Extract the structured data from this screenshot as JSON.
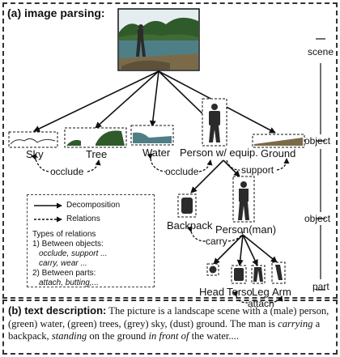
{
  "panel_a": {
    "title": "(a) image parsing:"
  },
  "levels": {
    "scene": "scene",
    "object_1": "object",
    "object_2": "object",
    "part": "part"
  },
  "objects": {
    "sky": "Sky",
    "tree": "Tree",
    "water": "Water",
    "person_equip": "Person w/ equip.",
    "ground": "Ground"
  },
  "relations": {
    "occlude_1": "occlude",
    "occlude_2": "occlude",
    "support": "support",
    "carry": "carry",
    "attach": "attach"
  },
  "sub_objects": {
    "backpack": "Backpack",
    "person_man": "Person(man)"
  },
  "parts": {
    "head": "Head",
    "torso": "Torso",
    "leg": "Leg",
    "arm": "Arm"
  },
  "legend": {
    "decomposition": "Decomposition",
    "relations": "Relations",
    "types_title_1": "Types of relations",
    "types_title_2": "1) Between objects:",
    "objects_list_1": "occlude, support ...",
    "objects_list_2": "carry, wear ...",
    "parts_title": "2) Between parts:",
    "parts_list": "attach, butting,..."
  },
  "panel_b": {
    "title": "(b) text description:",
    "p1": " The picture is  a landscape scene with a (male) person, (green) water, (green) trees, (grey) sky, (dust) ground. The man is ",
    "carrying": "carrying",
    "p2": " a backpack, ",
    "standing": "standing",
    "p3": " on the ground ",
    "in_front_of": "in front of",
    "p4": " the water...."
  },
  "colors": {
    "water": "#4f7f86",
    "trees": "#2f5a2a",
    "sky": "#d9e3ea",
    "ground": "#7b6a4a",
    "person": "#2b2b2b"
  }
}
